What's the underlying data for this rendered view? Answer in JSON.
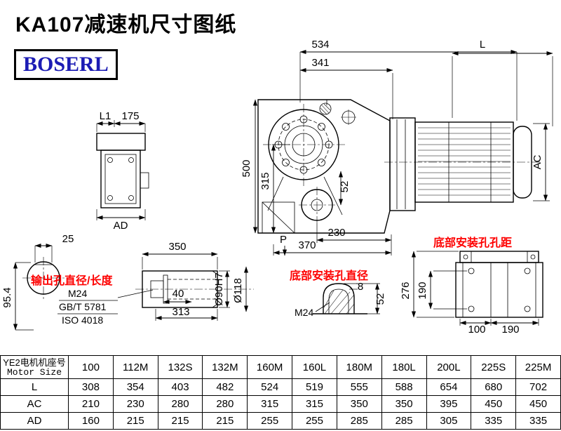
{
  "page": {
    "title": "KA107减速机尺寸图纸",
    "logo": "BOSERL"
  },
  "colors": {
    "annotation_red": "#fe0000",
    "logo_blue": "#1c1cb4",
    "line": "#000000"
  },
  "main_view": {
    "dim_534": "534",
    "dim_L": "L",
    "dim_341": "341",
    "dim_500": "500",
    "dim_315": "315",
    "dim_52": "52",
    "dim_AC": "AC",
    "dim_230": "230",
    "dim_370": "370",
    "label_P": "P"
  },
  "side_view": {
    "dim_L1": "L1",
    "dim_175": "175",
    "dim_AD": "AD"
  },
  "shaft_section": {
    "dim_25": "25",
    "dim_95_4": "95.4"
  },
  "output_shaft": {
    "label_red": "输出孔直径/长度",
    "thread": "M24",
    "standard1": "GB/T 5781",
    "standard2": "ISO 4018",
    "dim_350": "350",
    "dim_40": "40",
    "dim_313": "313",
    "dim_d90": "Ø90H7",
    "dim_d118": "Ø118"
  },
  "bottom_hole": {
    "label_red": "底部安装孔直径",
    "dim_8": "8",
    "dim_52": "52",
    "thread": "M24"
  },
  "bottom_view": {
    "label_red": "底部安装孔孔距",
    "dim_276": "276",
    "dim_190": "190",
    "dim_100": "100",
    "dim_190b": "190"
  },
  "table": {
    "header_cn": "YE2电机机座号",
    "header_en": "Motor Size",
    "columns": [
      "100",
      "112M",
      "132S",
      "132M",
      "160M",
      "160L",
      "180M",
      "180L",
      "200L",
      "225S",
      "225M"
    ],
    "rows": [
      {
        "label": "L",
        "values": [
          "308",
          "354",
          "403",
          "482",
          "524",
          "519",
          "555",
          "588",
          "654",
          "680",
          "702"
        ]
      },
      {
        "label": "AC",
        "values": [
          "210",
          "230",
          "280",
          "280",
          "315",
          "315",
          "350",
          "350",
          "395",
          "450",
          "450"
        ]
      },
      {
        "label": "AD",
        "values": [
          "160",
          "215",
          "215",
          "215",
          "255",
          "255",
          "285",
          "285",
          "305",
          "335",
          "335"
        ]
      }
    ]
  }
}
